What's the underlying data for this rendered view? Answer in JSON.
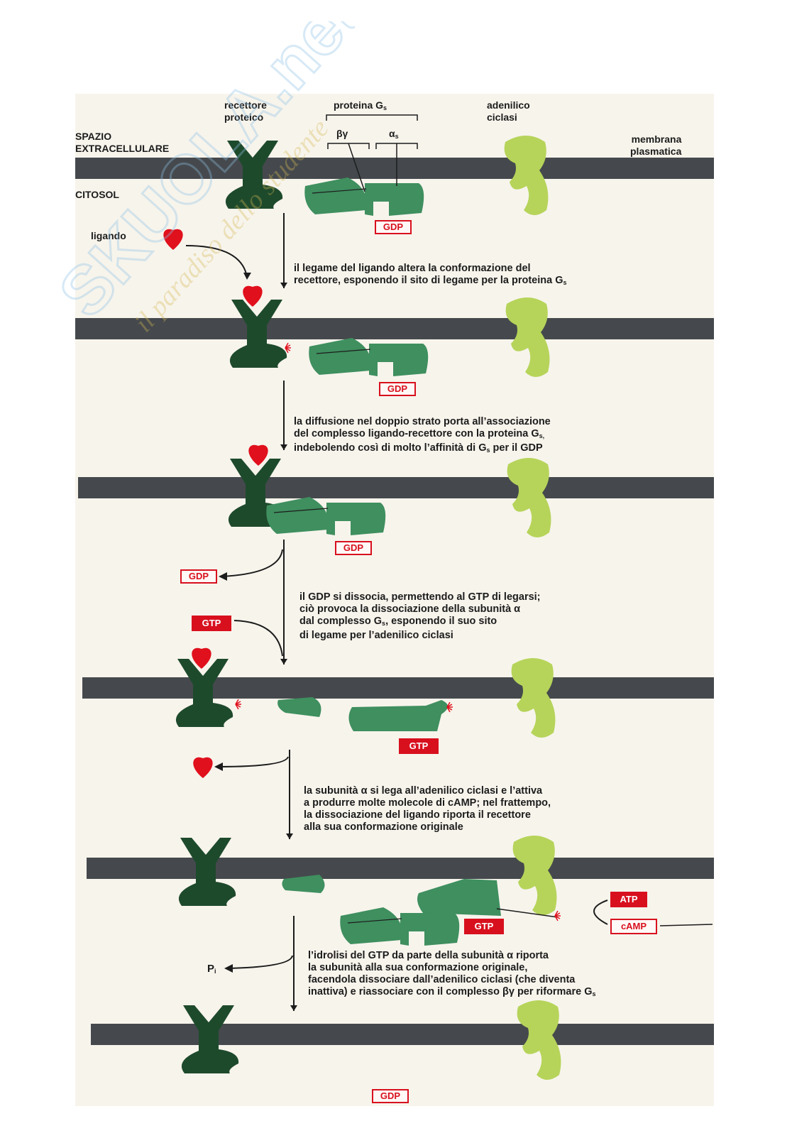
{
  "labels": {
    "receptor": [
      "recettore",
      "proteico"
    ],
    "gprotein": "proteina G",
    "gprotein_sub": "s",
    "betagamma": "βγ",
    "alpha": "α",
    "alpha_sub": "s",
    "cyclase": [
      "adenilico",
      "ciclasi"
    ],
    "extracellular": [
      "SPAZIO",
      "EXTRACELLULARE"
    ],
    "membrane": [
      "membrana",
      "plasmatica"
    ],
    "cytosol": "CITOSOL",
    "ligand": "ligando"
  },
  "steps": [
    {
      "lines": [
        "il legame del ligando altera la conformazione del",
        "recettore, esponendo il sito di legame per la proteina G"
      ],
      "last_sub": "s"
    },
    {
      "lines": [
        "la diffusione nel doppio strato porta all’associazione",
        "del complesso ligando-recettore con la proteina G",
        "indebolendo così di molto l’affinità di G",
        "per il GDP"
      ],
      "second_sub": "s,",
      "third_sub": "s"
    },
    {
      "lines": [
        "il GDP si dissocia, permettendo al GTP di legarsi;",
        "ciò provoca la dissociazione della subunità α",
        "dal complesso G",
        ", esponendo il suo sito",
        "di legame per l’adenilico ciclasi"
      ],
      "third_sub": "s"
    },
    {
      "lines": [
        "la subunità α si lega all’adenilico ciclasi e l’attiva",
        "a produrre molte molecole di cAMP; nel frattempo,",
        "la dissociazione del ligando riporta il recettore",
        "alla sua conformazione originale"
      ]
    },
    {
      "lines": [
        "l’idrolisi del GTP da parte della subunità α riporta",
        "la subunità alla sua conformazione originale,",
        "facendola dissociare dall’adenilico ciclasi (che diventa",
        "inattiva) e riassociare con il complesso βγ per riformare G"
      ],
      "last_sub": "s"
    }
  ],
  "nucleotides": {
    "gdp": "GDP",
    "gtp": "GTP",
    "atp": "ATP",
    "camp": "cAMP",
    "pi": "P",
    "pi_sub": "i"
  },
  "watermark": {
    "brand": "SKUOLA.net",
    "slogan": "il paradiso dello studente"
  },
  "colors": {
    "membrane": "#45494d",
    "receptor": "#1e4a2c",
    "gprotein": "#3f8f5f",
    "cyclase": "#b6d45a",
    "ligand": "#e0101c",
    "nucleotide": "#d8101e"
  }
}
